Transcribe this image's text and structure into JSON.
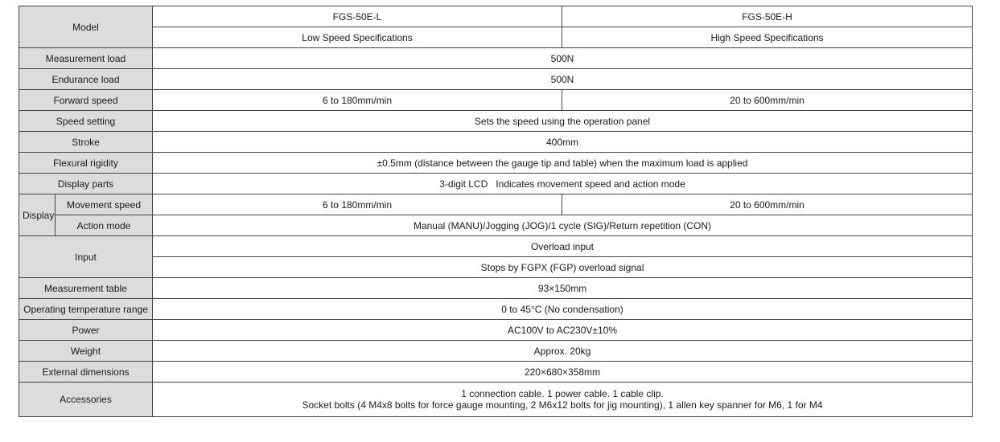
{
  "table": {
    "model_label": "Model",
    "models": [
      {
        "name": "FGS-50E-L",
        "spec": "Low Speed Specifications"
      },
      {
        "name": "FGS-50E-H",
        "spec": "High Speed Specifications"
      }
    ],
    "rows": {
      "measurement_load": {
        "label": "Measurement load",
        "value": "500N"
      },
      "endurance_load": {
        "label": "Endurance load",
        "value": "500N"
      },
      "forward_speed": {
        "label": "Forward speed",
        "low": "6 to 180mm/min",
        "high": "20 to 600mm/min"
      },
      "speed_setting": {
        "label": "Speed setting",
        "value": "Sets the speed using the operation panel"
      },
      "stroke": {
        "label": "Stroke",
        "value": "400mm"
      },
      "flexural_rigidity": {
        "label": "Flexural rigidity",
        "value": "±0.5mm (distance between the gauge tip and table) when the maximum load is applied"
      },
      "display_parts": {
        "label": "Display parts",
        "value": "3-digit LCD   Indicates movement speed and action mode"
      },
      "display": {
        "label": "Display",
        "movement_speed": {
          "label": "Movement speed",
          "low": "6 to 180mm/min",
          "high": "20 to 600mm/min"
        },
        "action_mode": {
          "label": "Action mode",
          "value": "Manual (MANU)/Jogging (JOG)/1 cycle (SIG)/Return repetition (CON)"
        }
      },
      "input": {
        "label": "Input",
        "values": [
          "Overload input",
          "Stops by FGPX (FGP) overload signal"
        ]
      },
      "measurement_table": {
        "label": "Measurement table",
        "value": "93×150mm"
      },
      "operating_temperature": {
        "label": "Operating temperature range",
        "value": "0 to 45°C (No condensation)"
      },
      "power": {
        "label": "Power",
        "value": "AC100V to AC230V±10%"
      },
      "weight": {
        "label": "Weight",
        "value": "Approx. 20kg"
      },
      "external_dimensions": {
        "label": "External dimensions",
        "value": "220×680×358mm"
      },
      "accessories": {
        "label": "Accessories",
        "lines": [
          "1 connection cable. 1 power cable. 1 cable clip.",
          "Socket bolts (4 M4x8 bolts for force gauge mounting, 2 M6x12 bolts for jig mounting), 1 allen key spanner for M6, 1 for M4"
        ]
      }
    }
  }
}
